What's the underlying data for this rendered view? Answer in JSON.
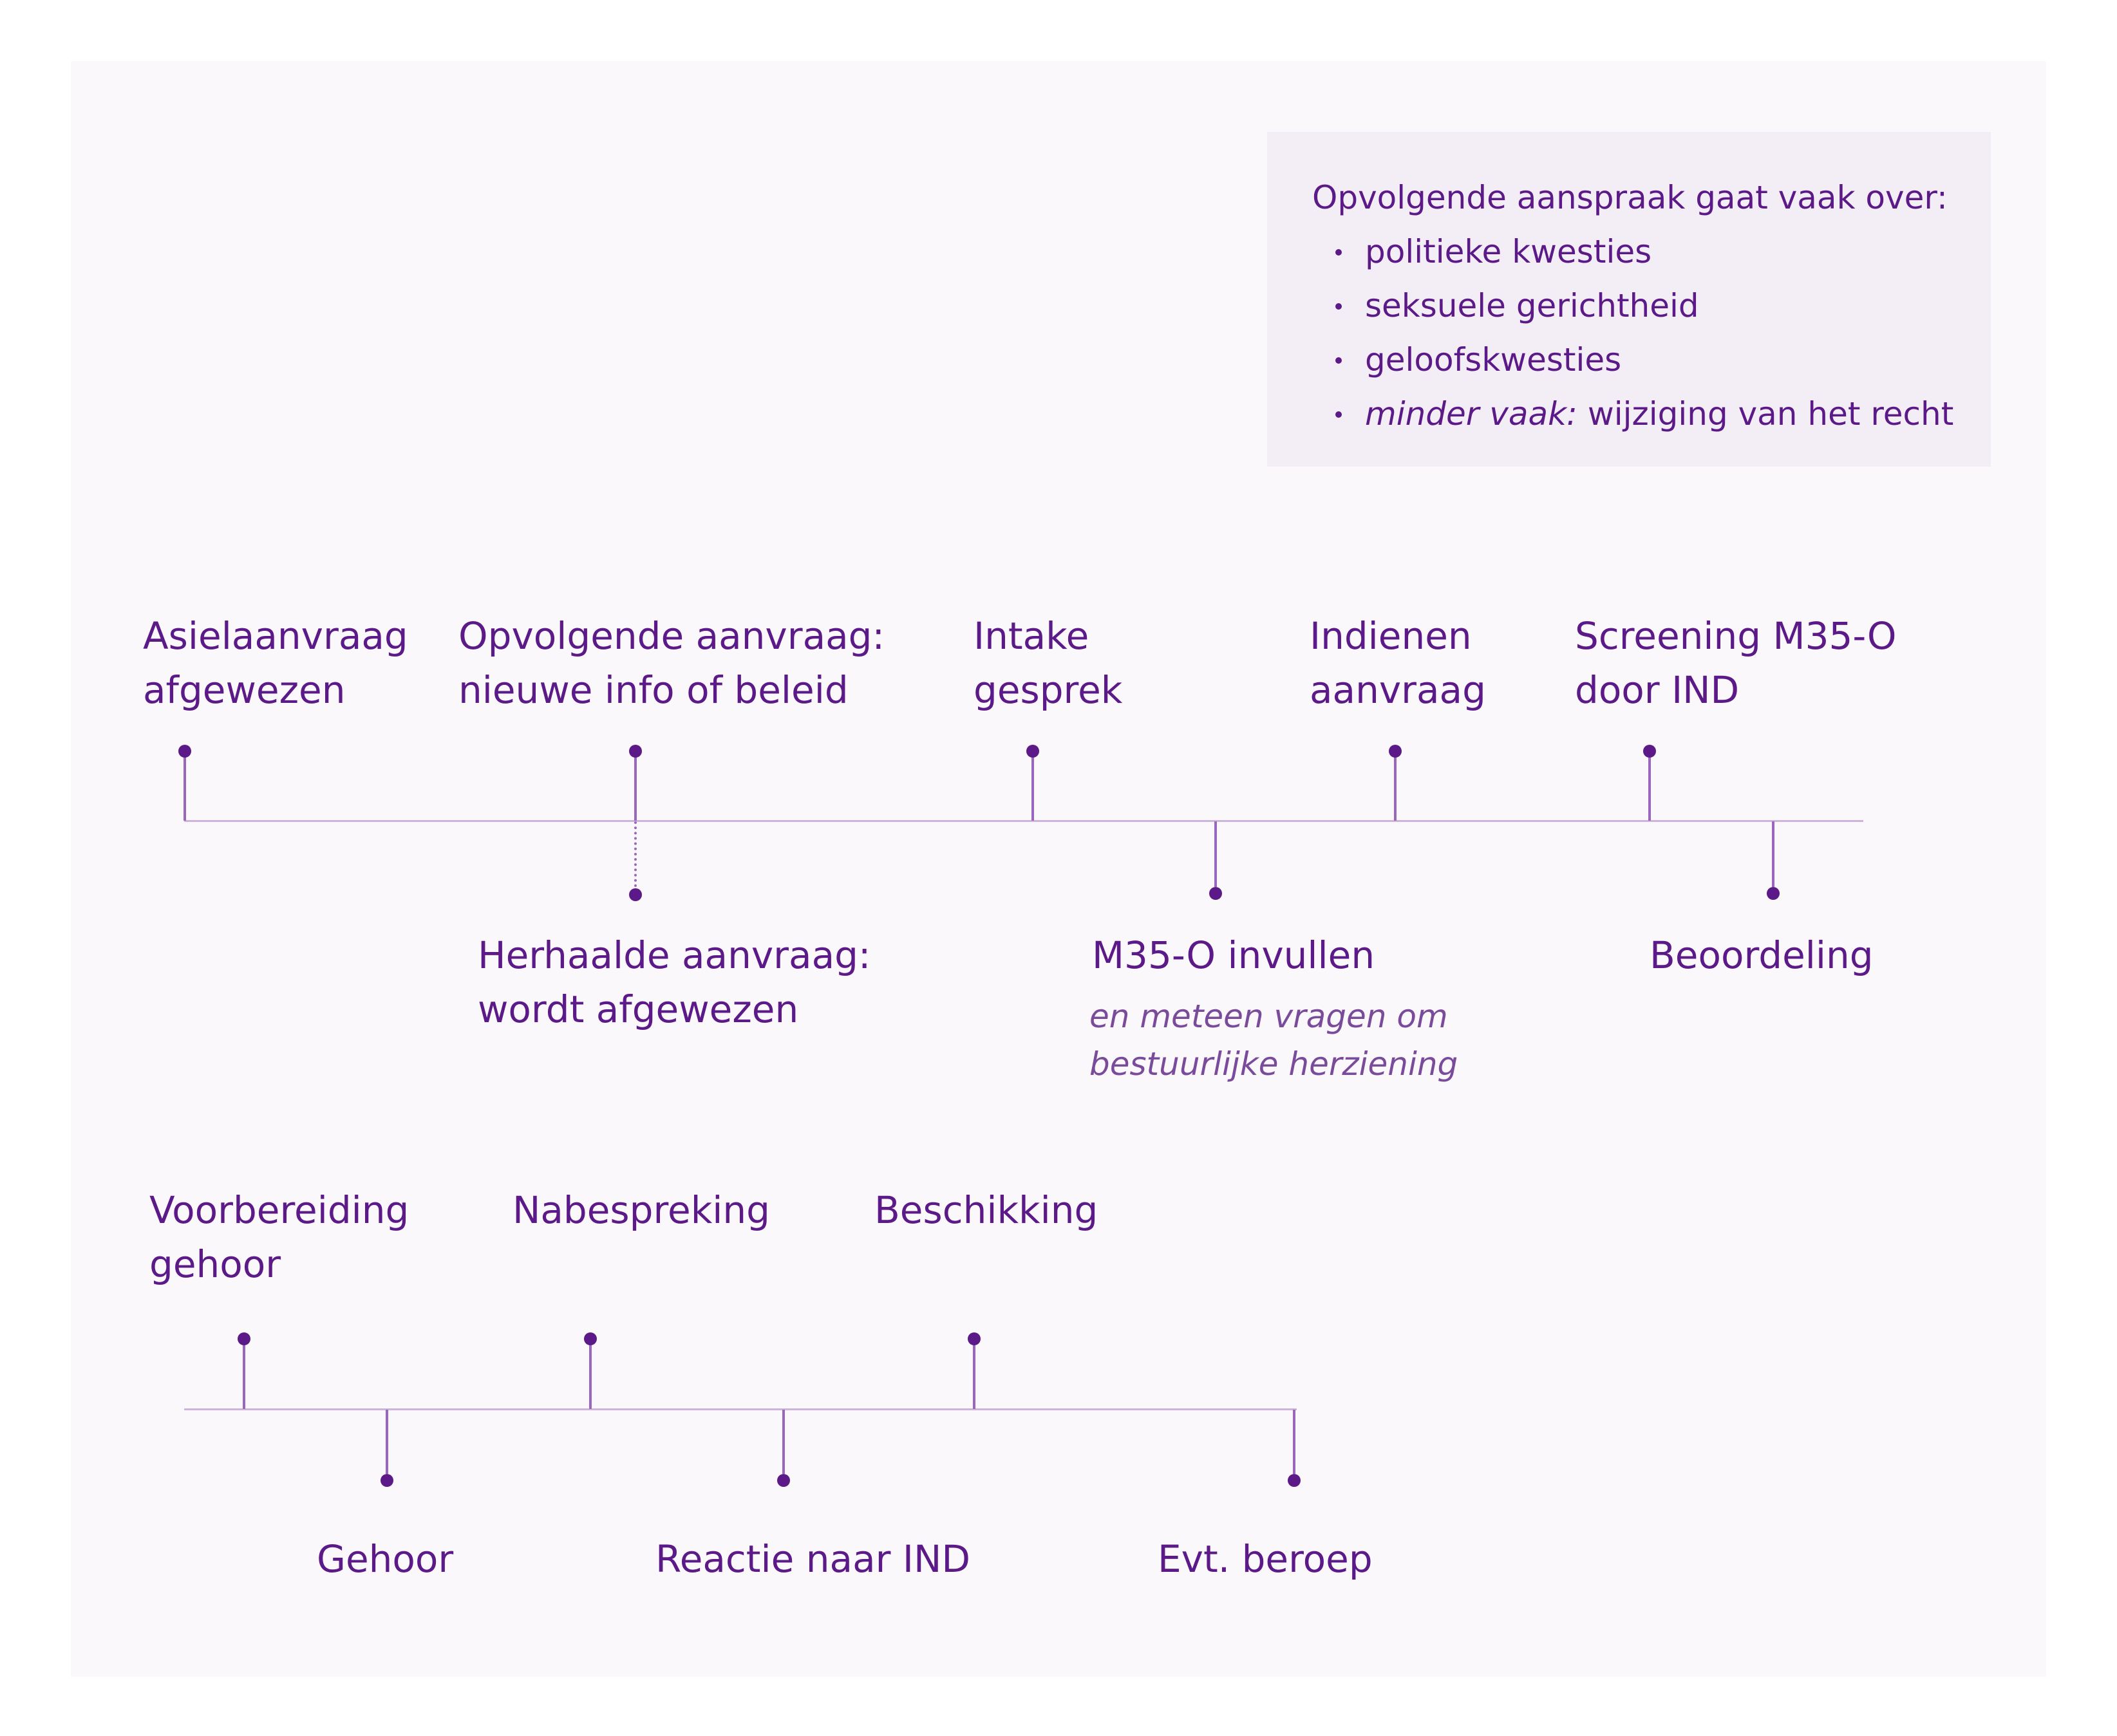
{
  "info": {
    "title": "Opvolgende aanspraak gaat vaak over:",
    "items": [
      "politieke kwesties",
      "seksuele gerichtheid",
      "geloofskwesties"
    ],
    "last_item_em": "minder vaak:",
    "last_item_rest": " wijziging van het recht"
  },
  "timeline1": {
    "above": [
      {
        "line1": "Asielaanvraag",
        "line2": "afgewezen"
      },
      {
        "line1": "Opvolgende aanvraag:",
        "line2": "nieuwe info of beleid"
      },
      {
        "line1": "Intake",
        "line2": "gesprek"
      },
      {
        "line1": "Indienen",
        "line2": "aanvraag"
      },
      {
        "line1": "Screening M35-O",
        "line2": "door IND"
      }
    ],
    "below": [
      {
        "line1": "Herhaalde aanvraag:",
        "line2": "wordt afgewezen"
      },
      {
        "line1": "M35-O invullen",
        "sub1": "en meteen vragen om",
        "sub2": "bestuurlijke herziening"
      },
      {
        "line1": "Beoordeling"
      }
    ]
  },
  "timeline2": {
    "above": [
      {
        "line1": "Voorbereiding",
        "line2": "gehoor"
      },
      {
        "line1": "Nabespreking"
      },
      {
        "line1": "Beschikking"
      }
    ],
    "below": [
      {
        "line1": "Gehoor"
      },
      {
        "line1": "Reactie naar IND"
      },
      {
        "line1": "Evt. beroep"
      }
    ]
  }
}
